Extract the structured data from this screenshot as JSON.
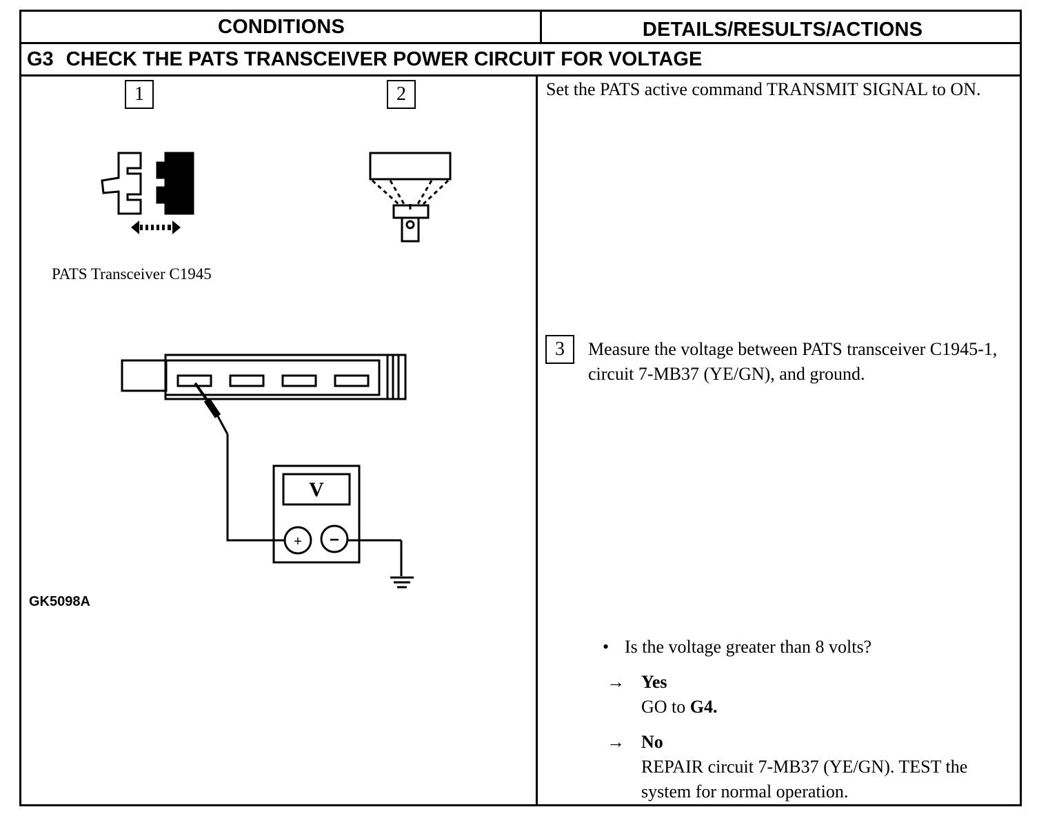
{
  "table": {
    "header_conditions": "CONDITIONS",
    "header_details": "DETAILS/RESULTS/ACTIONS",
    "step_code": "G3",
    "step_title": "CHECK THE PATS TRANSCEIVER POWER CIRCUIT FOR VOLTAGE"
  },
  "conditions": {
    "step1_number": "1",
    "step2_number": "2",
    "connector_caption": "PATS Transceiver C1945",
    "meter_symbol": "V",
    "meter_plus": "+",
    "meter_minus": "−",
    "figure_id": "GK5098A",
    "icons": [
      "connector-disconnect-icon",
      "ignition-key-on-icon",
      "connector-probe-illustration",
      "voltmeter-icon",
      "ground-symbol-icon"
    ]
  },
  "details": {
    "action_1": "Set the PATS active command TRANSMIT SIGNAL to ON.",
    "step3_number": "3",
    "action_3": "Measure the voltage between PATS transceiver C1945-1, circuit 7-MB37 (YE/GN), and ground.",
    "question_bullet": "•",
    "question": "Is the voltage greater than 8 volts?",
    "arrow_symbol": "→",
    "yes_label": "Yes",
    "yes_action_prefix": "GO to ",
    "yes_action_target": "G4.",
    "no_label": "No",
    "no_action": "REPAIR circuit 7-MB37 (YE/GN). TEST the system for normal operation."
  }
}
